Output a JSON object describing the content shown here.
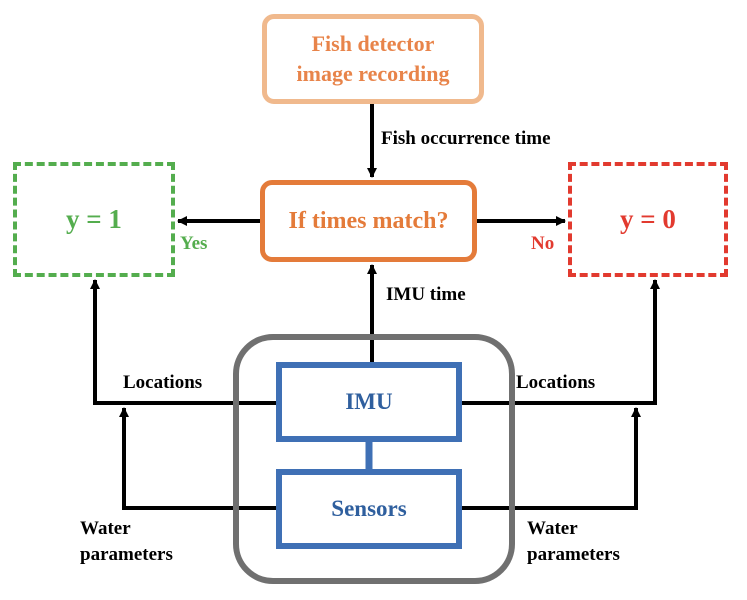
{
  "nodes": {
    "detector": {
      "line1": "Fish detector",
      "line2": "image recording"
    },
    "match": "If times match?",
    "positive": "y = 1",
    "negative": "y = 0",
    "imu": "IMU",
    "sensors": "Sensors"
  },
  "edges": {
    "fish_time": "Fish occurrence time",
    "imu_time": "IMU time",
    "yes": "Yes",
    "no": "No",
    "locations_left": "Locations",
    "locations_right": "Locations",
    "water_left_line1": "Water",
    "water_left_line2": "parameters",
    "water_right_line1": "Water",
    "water_right_line2": "parameters"
  },
  "colors": {
    "detector": "#f0b98d",
    "match": "#e47b3a",
    "yes": "#54ad4e",
    "no": "#e23a2f",
    "sensor_box": "#3f70b5",
    "device_frame": "#707070"
  }
}
